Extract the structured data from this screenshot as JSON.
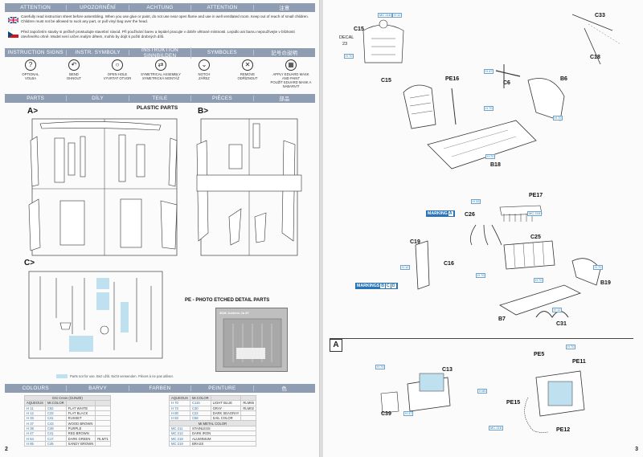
{
  "header_attention": [
    "ATTENTION",
    "UPOZORNĚNÍ",
    "ACHTUNG",
    "ATTENTION",
    "注意"
  ],
  "attention_text": {
    "en": "Carefully read instruction sheet before assembling. When you use glue or paint, do not use near open flame and use in well ventilated room. Keep out of reach of small children. Children must not be allowed to suck any part, or pull vinyl bag over the head.",
    "cz": "Před započetím stavby si pečlivě prostudujte stavební návod. Při používání barev a lepidel pracujte v dobře větrané místnosti. Lepidlo ani barvu nepoužívejte v blízkosti otevřeného ohně. Model není určen malým dětem, mohlo by dojít k požití drobných dílů."
  },
  "header_signs": [
    "INSTRUCTION SIGNS",
    "INSTR. SYMBOLY",
    "INSTRUKTION SINNBILDEN",
    "SYMBOLES",
    "記号の説明"
  ],
  "signs": [
    {
      "icon": "optional-icon",
      "glyph": "?",
      "label": "OPTIONAL\nVOLBA"
    },
    {
      "icon": "bend-icon",
      "glyph": "↶",
      "label": "BEND\nOHNOUT"
    },
    {
      "icon": "open-hole-icon",
      "glyph": "○",
      "label": "OPEN HOLE\nVYVRTAT OTVOR"
    },
    {
      "icon": "symmetrical-icon",
      "glyph": "⇄",
      "label": "SYMETRICAL ASSEMBLY\nSYMETRICKÁ MONTÁŽ"
    },
    {
      "icon": "notch-icon",
      "glyph": "⌄",
      "label": "NOTCH\nZÁŘEZ"
    },
    {
      "icon": "remove-icon",
      "glyph": "✕",
      "label": "REMOVE\nODŘÍZNOUT"
    },
    {
      "icon": "mask-icon",
      "glyph": "▦",
      "label": "APPLY EDUARD MASK AND PAINT\nPOUŽÍT EDUARD MASK A NABARVIT"
    }
  ],
  "header_parts": [
    "PARTS",
    "DÍLY",
    "TEILE",
    "PIÈCES",
    "部品"
  ],
  "plastic_parts_title": "PLASTIC PARTS",
  "sprue_a": "A>",
  "sprue_b": "B>",
  "sprue_c": "C>",
  "pe_title": "PE - PHOTO ETCHED DETAIL PARTS",
  "pe_fret_label": "3646 Junkers Ju 87",
  "parts_note": "Parts not for use. Bez užití. Nicht verwenden. Pièces à ne pas utiliser.",
  "header_colours": [
    "COLOURS",
    "BARVY",
    "FARBEN",
    "PEINTURE",
    "色"
  ],
  "colour_table_left": {
    "title": "GSi Creos (GUNZE)",
    "head": [
      "AQUEOUS",
      "Mr.COLOR"
    ],
    "rows": [
      [
        "H 11",
        "C62",
        "FLAT WHITE",
        ""
      ],
      [
        "H 12",
        "C33",
        "FLAT BLACK",
        ""
      ],
      [
        "H 33",
        "C41",
        "RUSSET",
        ""
      ],
      [
        "H 37",
        "C43",
        "WOOD BROWN",
        ""
      ],
      [
        "H 39",
        "C49",
        "PURPLE",
        ""
      ],
      [
        "H 47",
        "C41",
        "RED BROWN",
        ""
      ],
      [
        "H 64",
        "C17",
        "DARK GREEN",
        "RLM71"
      ],
      [
        "H 85",
        "C45",
        "SANDY BROWN",
        ""
      ]
    ]
  },
  "colour_table_right": {
    "head": [
      "AQUEOUS",
      "Mr.COLOR"
    ],
    "rows": [
      [
        "H 70",
        "C115",
        "LIGHT BLUE",
        "RLM65"
      ],
      [
        "H 73",
        "C30",
        "GRAY",
        "RLM02"
      ],
      [
        "H 80",
        "C22",
        "DARK SEAGRAY",
        ""
      ],
      [
        "H 83",
        "C58",
        "SAIL COLOR",
        ""
      ]
    ],
    "metal_title": "Mr.METAL COLOR",
    "metal_rows": [
      [
        "MC 211",
        "STAINLESS"
      ],
      [
        "MC 212",
        "DARK IRON"
      ],
      [
        "MC 218",
        "ALUMINIUM"
      ],
      [
        "MC 219",
        "BRASS"
      ]
    ]
  },
  "page_left_number": "2",
  "page_right_number": "3",
  "right": {
    "c15": "C15",
    "decal": "DECAL",
    "decal_num": "23",
    "c33": "C33",
    "c18": "C18",
    "pe16": "PE16",
    "c6": "C6",
    "b6": "B6",
    "b18": "B18",
    "c15b": "C15",
    "pe17": "PE17",
    "c26": "C26",
    "c25": "C25",
    "c19": "C19",
    "c16": "C16",
    "b19": "B19",
    "b7": "B7",
    "c31": "C31",
    "marking_a": "MARKING",
    "marking_a_letter": "A",
    "markings_bcd": "MARKINGS",
    "markings_letters": [
      "B",
      "C",
      "D"
    ],
    "corner_a": "A",
    "c13": "C13",
    "c39": "C39",
    "pe5": "PE5",
    "pe11": "PE11",
    "pe15": "PE15",
    "pe12": "PE12",
    "refs": [
      "MC 218",
      "H 12",
      "H 70",
      "H 47",
      "H 70",
      "H 70",
      "H 70",
      "H 33",
      "MC 218",
      "H 12",
      "H 70",
      "H 70",
      "H 12",
      "H 79",
      "H 47",
      "H 70",
      "H 85",
      "MC 218",
      "H 70"
    ]
  }
}
